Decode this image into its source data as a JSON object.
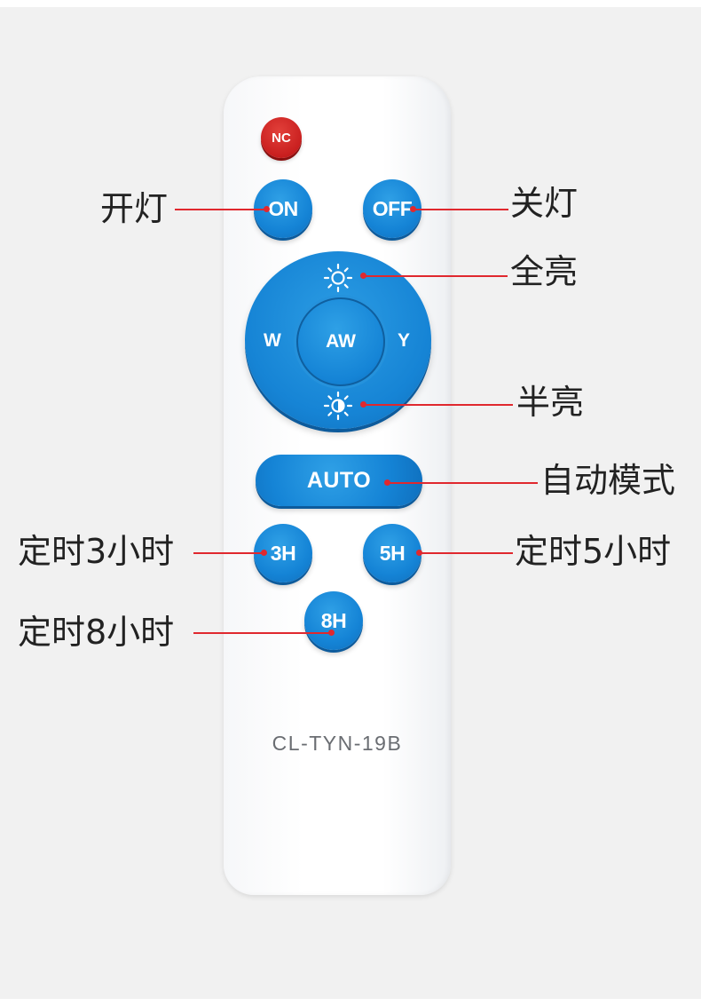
{
  "remote": {
    "nc_label": "NC",
    "on_label": "ON",
    "off_label": "OFF",
    "w_label": "W",
    "aw_label": "AW",
    "y_label": "Y",
    "auto_label": "AUTO",
    "timer_3h_label": "3H",
    "timer_5h_label": "5H",
    "timer_8h_label": "8H",
    "model_number": "CL-TYN-19B",
    "brightness_full_icon": "sun-full-icon",
    "brightness_half_icon": "sun-half-icon"
  },
  "callouts": {
    "light_on": "开灯",
    "light_off": "关灯",
    "full_brightness": "全亮",
    "half_brightness": "半亮",
    "auto_mode": "自动模式",
    "timer_3h": "定时3小时",
    "timer_5h": "定时5小时",
    "timer_8h": "定时8小时"
  },
  "colors": {
    "button_blue": "#1584d6",
    "nc_red": "#c91f1f",
    "callout_line": "#e0282e"
  }
}
